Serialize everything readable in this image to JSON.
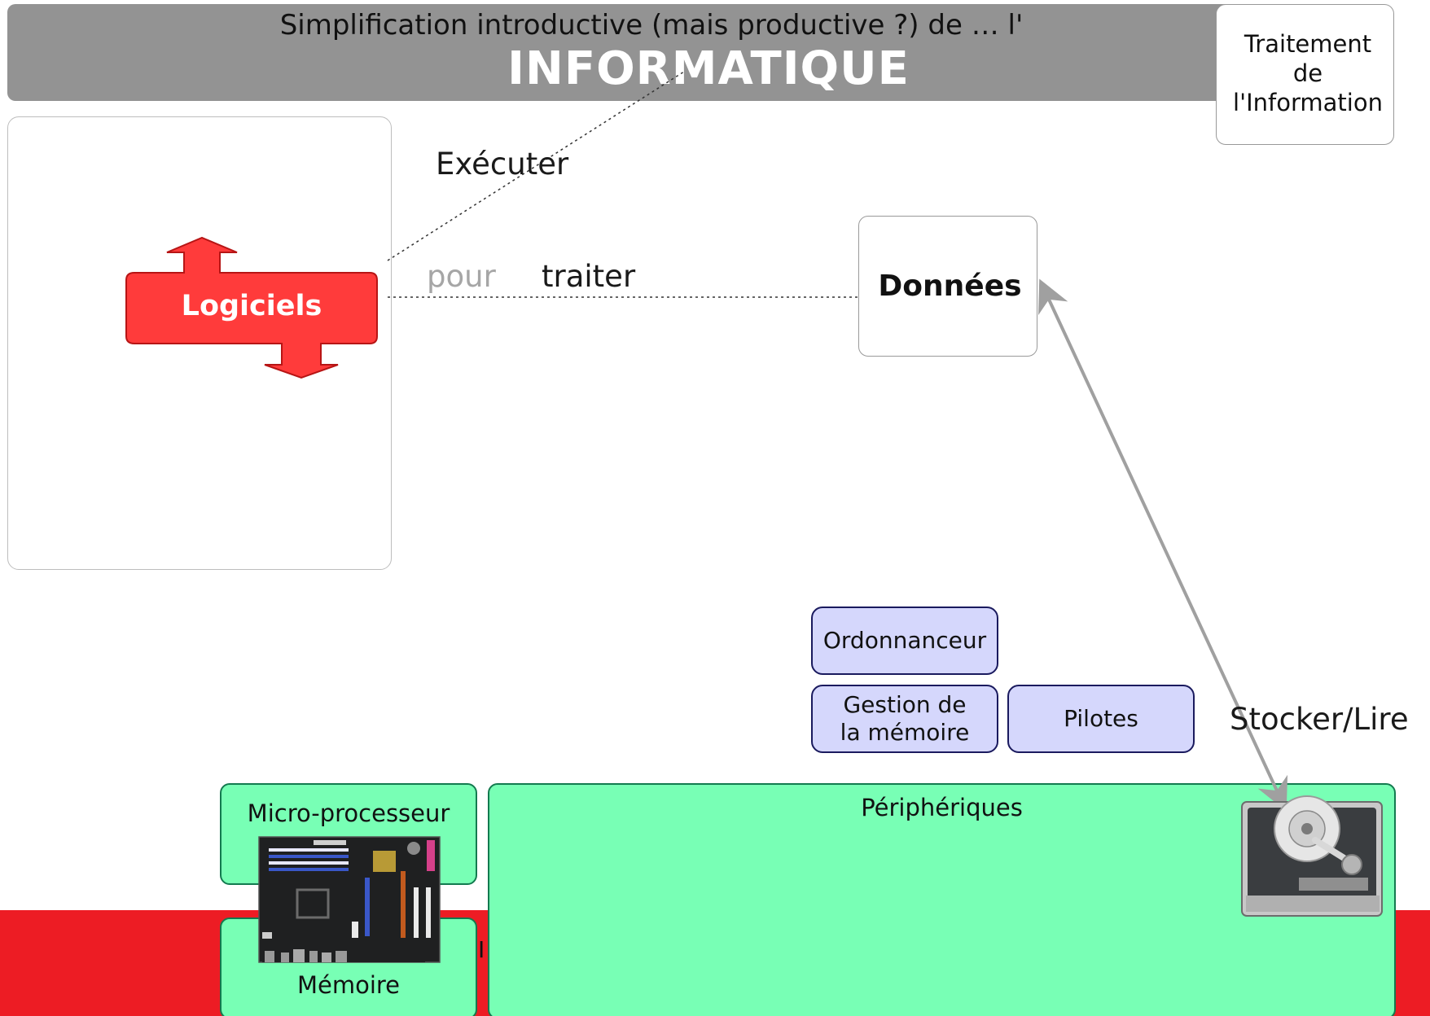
{
  "header": {
    "subtitle": "Simplification introductive (mais productive ?) de … l'",
    "title": "INFORMATIQUE",
    "corner_label": "Traitement\nde\nl'Information"
  },
  "labels": {
    "executer": "Exécuter",
    "pour": "pour",
    "traiter": "traiter",
    "stocker": "Stocker/Lire",
    "logiciels": "Logiciels",
    "donnees": "Données"
  },
  "os": {
    "ordonnanceur": "Ordonnanceur",
    "gestion": "Gestion de\nla mémoire",
    "pilotes": "Pilotes"
  },
  "hardware": {
    "micro": "Micro-processeur",
    "memoire": "Mémoire",
    "peripheriques": "Périphériques",
    "partial": "I"
  },
  "colors": {
    "header_bg": "#939393",
    "arrow_red": "#ff3b3b",
    "band_red": "#ed1c24",
    "os_fill": "#d5d7fc",
    "hw_fill": "#78ffb5",
    "connector_gray": "#a0a0a0"
  },
  "icons": {
    "software": "double-arrow-shape",
    "motherboard": "motherboard-icon",
    "hard_drive": "hard-drive-icon"
  }
}
